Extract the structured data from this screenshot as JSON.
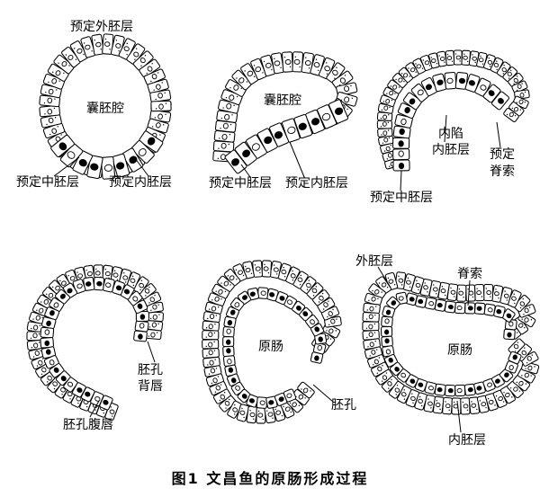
{
  "caption": "图1   文昌鱼的原肠形成过程",
  "stages": [
    {
      "labels": {
        "prospective_ectoderm": "预定外胚层",
        "blastocoel": "囊胚腔",
        "prospective_mesoderm": "预定中胚层",
        "prospective_endoderm": "预定内胚层"
      }
    },
    {
      "labels": {
        "blastocoel": "囊胚腔",
        "prospective_mesoderm": "预定中胚层",
        "prospective_endoderm": "预定内胚层"
      }
    },
    {
      "labels": {
        "invaginated_endoderm_line1": "内陷",
        "invaginated_endoderm_line2": "内胚层",
        "prospective_notochord_line1": "预定",
        "prospective_notochord_line2": "脊索",
        "prospective_mesoderm": "预定中胚层"
      }
    },
    {
      "labels": {
        "dorsal_lip_line1": "胚孔",
        "dorsal_lip_line2": "背唇",
        "ventral_lip": "胚孔腹唇"
      }
    },
    {
      "labels": {
        "archenteron": "原肠",
        "blastopore": "胚孔"
      }
    },
    {
      "labels": {
        "ectoderm": "外胚层",
        "notochord": "脊索",
        "archenteron": "原肠",
        "endoderm": "内胚层"
      }
    }
  ]
}
